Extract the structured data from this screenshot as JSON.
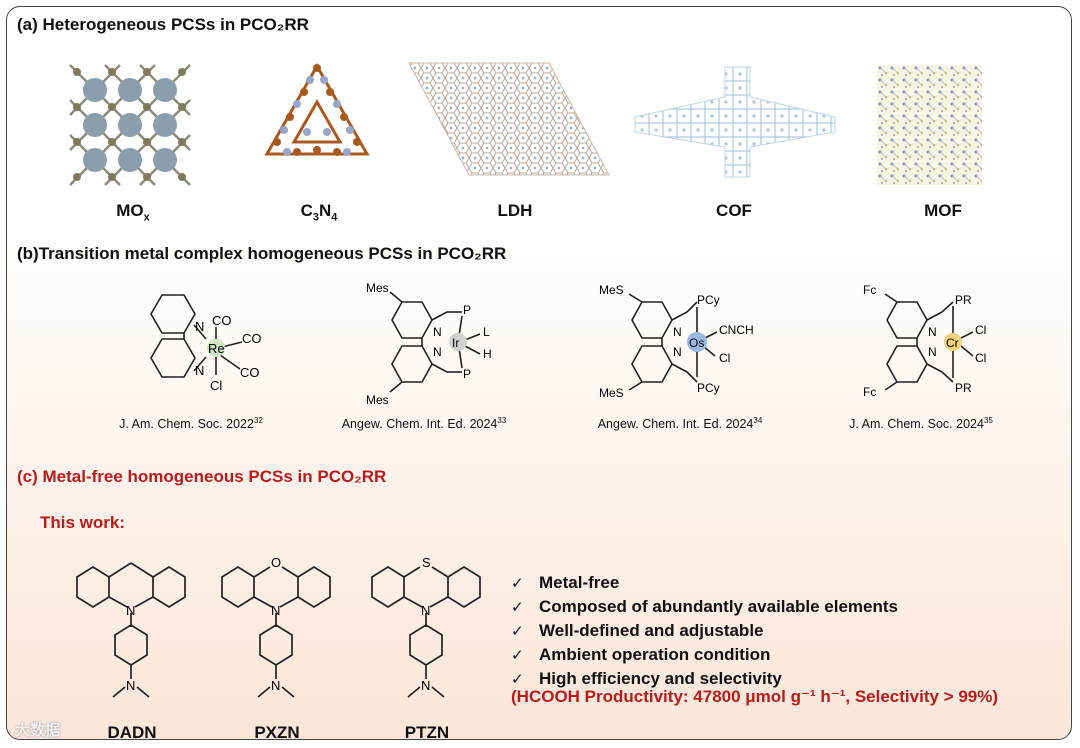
{
  "panels": {
    "a": {
      "title": "(a) Heterogeneous PCSs in PCO₂RR",
      "labels": [
        "MOx",
        "C3N4",
        "LDH",
        "COF",
        "MOF"
      ]
    },
    "b": {
      "title": "(b)Transition metal complex homogeneous PCSs in PCO₂RR",
      "citations": [
        "J. Am. Chem. Soc. 2022",
        "Angew. Chem. Int. Ed. 2024",
        "Angew. Chem. Int. Ed. 2024",
        "J. Am. Chem. Soc. 2024"
      ],
      "refs": [
        "32",
        "33",
        "34",
        "35"
      ]
    },
    "c": {
      "title": "(c) Metal-free homogeneous PCSs in PCO₂RR",
      "this_work": "This work:",
      "molecules": [
        "DADN",
        "PXZN",
        "PTZN"
      ],
      "features": [
        "Metal-free",
        "Composed of abundantly available elements",
        "Well-defined and adjustable",
        "Ambient operation condition",
        "High efficiency and selectivity"
      ],
      "check": "✓",
      "productivity_note": "(HCOOH Productivity: 47800 μmol g⁻¹ h⁻¹, Selectivity > 99%)"
    }
  },
  "watermark": "大数据",
  "colors": {
    "accent_red": "#b71c1c"
  }
}
